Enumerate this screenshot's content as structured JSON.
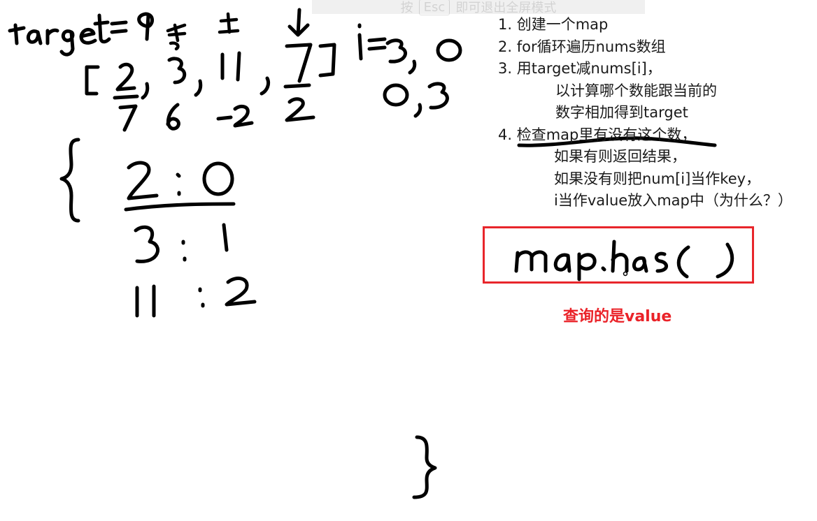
{
  "overlay_hint": {
    "prefix": "按",
    "key": "Esc",
    "suffix": "即可退出全屏模式"
  },
  "steps": [
    "1. 创建一个map",
    "2. for循环遍历nums数组",
    "3. 用target减nums[i]，",
    "以计算哪个数能跟当前的",
    "数字相加得到target",
    "4. 检查map里有没有这个数，",
    "如果有则返回结果，",
    "如果没有则把num[i]当作key，",
    "i当作value放入map中（为什么？）"
  ],
  "note": "查询的是value",
  "handwriting": {
    "target_line": "target = 9",
    "array": "[2, 3, 11, 7]",
    "differences": "7 6 -2 2",
    "indices": "i = 3, 0   0, 3",
    "map_entries": [
      "2 : 0",
      "3 : 1",
      "11 : 2"
    ],
    "code": "map.has( )"
  },
  "colors": {
    "ink": "#000000",
    "highlight": "#e8262b",
    "note": "#ea2228",
    "background": "#ffffff"
  }
}
